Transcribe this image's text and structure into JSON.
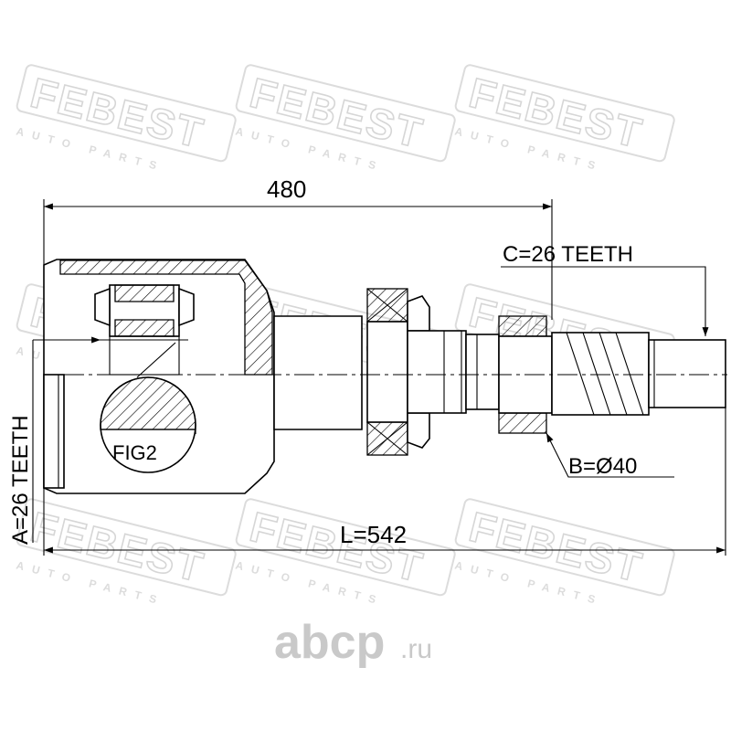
{
  "watermark": {
    "brand": "FEBEST",
    "sub": "AUTO PARTS",
    "site": "abcp",
    "site_suffix": ".ru"
  },
  "dimensions": {
    "length_top": "480",
    "teeth_c": "C=26 TEETH",
    "diameter_b": "B=Ø40",
    "length_total": "L=542",
    "teeth_a": "A=26 TEETH"
  },
  "figure_label": "FIG2"
}
